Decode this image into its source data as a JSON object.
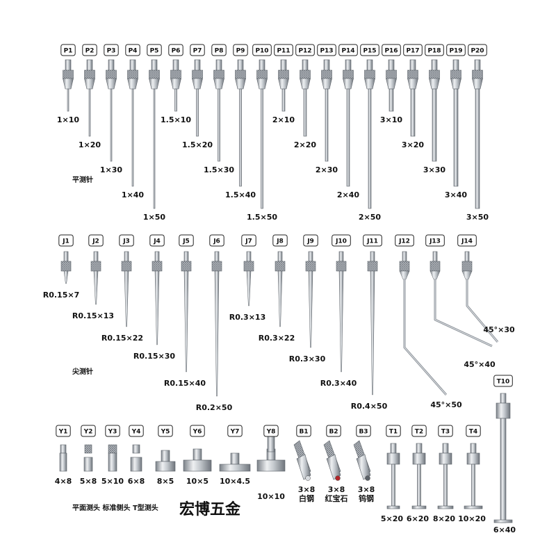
{
  "sections": {
    "flat": "平测针",
    "sharp": "尖测针",
    "heads": "平面测头 标准侧头 T型测头",
    "brand": "宏博五金"
  },
  "colors": {
    "steel_light": "#eef0f2",
    "steel_mid": "#b9bec4",
    "steel_dark": "#6f757c",
    "ruby": "#b3262a"
  },
  "p_row": [
    {
      "id": "P1",
      "size": "1×10"
    },
    {
      "id": "P2",
      "size": "1×20"
    },
    {
      "id": "P3",
      "size": "1×30"
    },
    {
      "id": "P4",
      "size": "1×40"
    },
    {
      "id": "P5",
      "size": "1×50"
    },
    {
      "id": "P6",
      "size": "1.5×10"
    },
    {
      "id": "P7",
      "size": "1.5×20"
    },
    {
      "id": "P8",
      "size": "1.5×30"
    },
    {
      "id": "P9",
      "size": "1.5×40"
    },
    {
      "id": "P10",
      "size": "1.5×50"
    },
    {
      "id": "P11",
      "size": "2×10"
    },
    {
      "id": "P12",
      "size": "2×20"
    },
    {
      "id": "P13",
      "size": "2×30"
    },
    {
      "id": "P14",
      "size": "2×40"
    },
    {
      "id": "P15",
      "size": "2×50"
    },
    {
      "id": "P16",
      "size": "3×10"
    },
    {
      "id": "P17",
      "size": "3×20"
    },
    {
      "id": "P18",
      "size": "3×30"
    },
    {
      "id": "P19",
      "size": "3×40"
    },
    {
      "id": "P20",
      "size": "3×50"
    }
  ],
  "j_row": [
    {
      "id": "J1",
      "size": "R0.15×7"
    },
    {
      "id": "J2",
      "size": "R0.15×13"
    },
    {
      "id": "J3",
      "size": "R0.15×22"
    },
    {
      "id": "J4",
      "size": "R0.15×30"
    },
    {
      "id": "J5",
      "size": "R0.15×40"
    },
    {
      "id": "J6",
      "size": "R0.2×50"
    },
    {
      "id": "J7",
      "size": "R0.3×13"
    },
    {
      "id": "J8",
      "size": "R0.3×22"
    },
    {
      "id": "J9",
      "size": "R0.3×30"
    },
    {
      "id": "J10",
      "size": "R0.3×40"
    },
    {
      "id": "J11",
      "size": "R0.4×50"
    },
    {
      "id": "J12",
      "size": "45°×50"
    },
    {
      "id": "J13",
      "size": "45°×40"
    },
    {
      "id": "J14",
      "size": "45°×30"
    }
  ],
  "y_row": [
    {
      "id": "Y1",
      "size": "4×8"
    },
    {
      "id": "Y2",
      "size": "5×8"
    },
    {
      "id": "Y3",
      "size": "5×10"
    },
    {
      "id": "Y4",
      "size": "6×8"
    },
    {
      "id": "Y5",
      "size": "8×5"
    },
    {
      "id": "Y6",
      "size": "10×5"
    },
    {
      "id": "Y7",
      "size": "10×4.5"
    },
    {
      "id": "Y8",
      "size": "10×10"
    }
  ],
  "b_row": [
    {
      "id": "B1",
      "size": "3×8",
      "material": "白钢"
    },
    {
      "id": "B2",
      "size": "3×8",
      "material": "红宝石"
    },
    {
      "id": "B3",
      "size": "3×8",
      "material": "钨钢"
    }
  ],
  "t_row": [
    {
      "id": "T1",
      "size": "5×20"
    },
    {
      "id": "T2",
      "size": "6×20"
    },
    {
      "id": "T3",
      "size": "8×20"
    },
    {
      "id": "T4",
      "size": "10×20"
    },
    {
      "id": "T10",
      "size": "6×40"
    }
  ]
}
